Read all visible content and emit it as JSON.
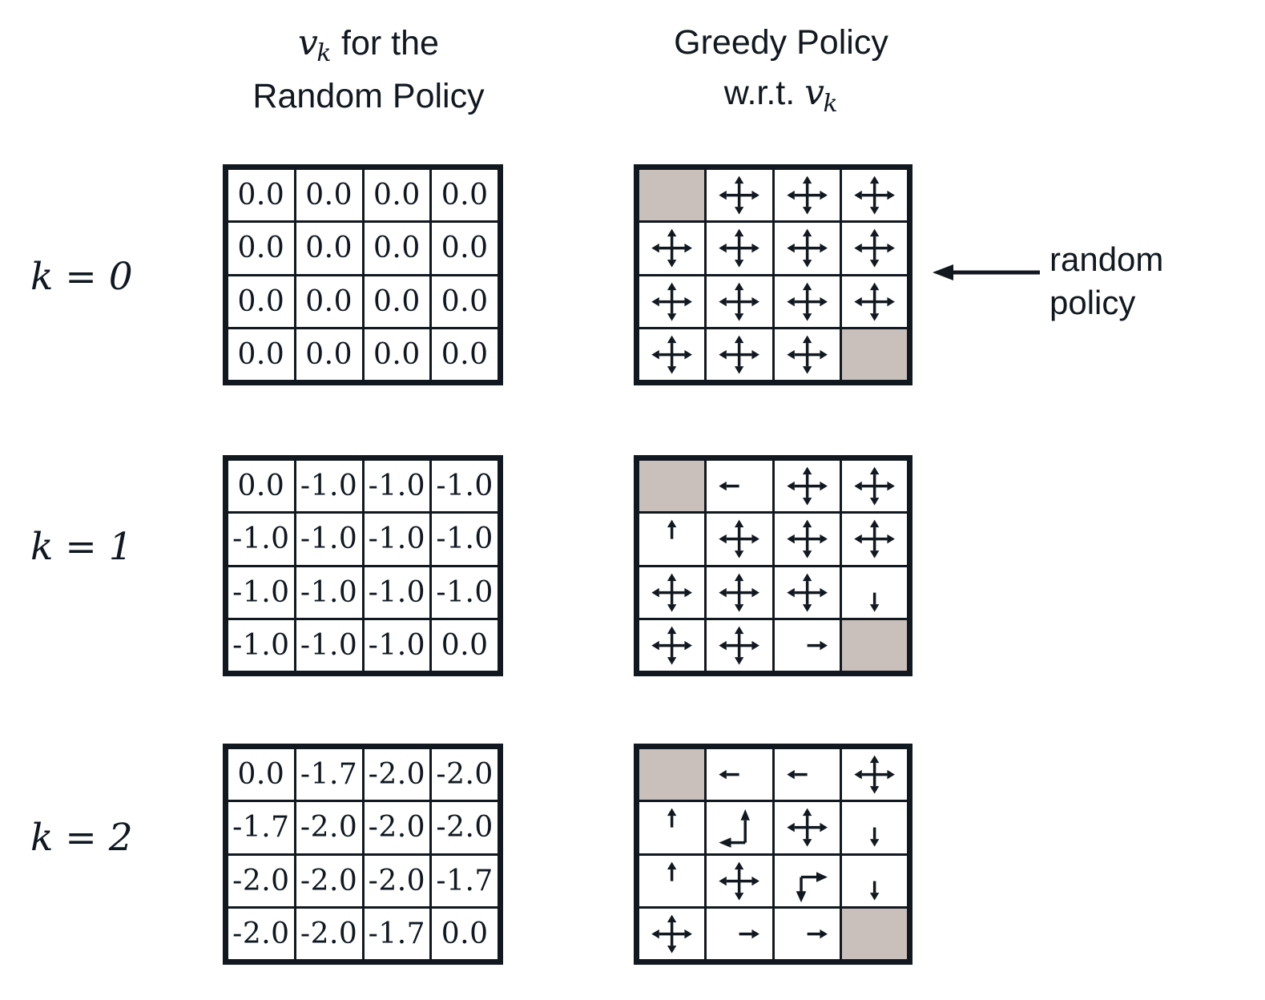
{
  "headers": {
    "values_line1_math": "v",
    "values_line1_sub": "k",
    "values_line1_rest": " for the",
    "values_line2": "Random Policy",
    "policy_line1": "Greedy Policy",
    "policy_line2_prefix": "w.r.t. ",
    "policy_line2_math": "v",
    "policy_line2_sub": "k"
  },
  "k_labels": [
    {
      "text": "k = 0"
    },
    {
      "text": "k = 1"
    },
    {
      "text": "k = 2"
    }
  ],
  "colors": {
    "terminal_gray": "#c9c0bc",
    "line": "#111820",
    "background": "#ffffff"
  },
  "annotation": {
    "line1": "random",
    "line2": "policy",
    "arrow": "left-arrow"
  },
  "chart_data": {
    "type": "table",
    "title": "Iterative policy evaluation on the 4x4 gridworld",
    "grid_size": [
      4,
      4
    ],
    "terminal_states": [
      [
        0,
        0
      ],
      [
        3,
        3
      ]
    ],
    "iterations": [
      {
        "k": 0,
        "values": [
          [
            "0.0",
            "0.0",
            "0.0",
            "0.0"
          ],
          [
            "0.0",
            "0.0",
            "0.0",
            "0.0"
          ],
          [
            "0.0",
            "0.0",
            "0.0",
            "0.0"
          ],
          [
            "0.0",
            "0.0",
            "0.0",
            "0.0"
          ]
        ],
        "policy": [
          [
            "terminal",
            "up,down,left,right",
            "up,down,left,right",
            "up,down,left,right"
          ],
          [
            "up,down,left,right",
            "up,down,left,right",
            "up,down,left,right",
            "up,down,left,right"
          ],
          [
            "up,down,left,right",
            "up,down,left,right",
            "up,down,left,right",
            "up,down,left,right"
          ],
          [
            "up,down,left,right",
            "up,down,left,right",
            "up,down,left,right",
            "terminal"
          ]
        ]
      },
      {
        "k": 1,
        "values": [
          [
            "0.0",
            "-1.0",
            "-1.0",
            "-1.0"
          ],
          [
            "-1.0",
            "-1.0",
            "-1.0",
            "-1.0"
          ],
          [
            "-1.0",
            "-1.0",
            "-1.0",
            "-1.0"
          ],
          [
            "-1.0",
            "-1.0",
            "-1.0",
            "0.0"
          ]
        ],
        "policy": [
          [
            "terminal",
            "left",
            "up,down,left,right",
            "up,down,left,right"
          ],
          [
            "up",
            "up,down,left,right",
            "up,down,left,right",
            "up,down,left,right"
          ],
          [
            "up,down,left,right",
            "up,down,left,right",
            "up,down,left,right",
            "down"
          ],
          [
            "up,down,left,right",
            "up,down,left,right",
            "right",
            "terminal"
          ]
        ]
      },
      {
        "k": 2,
        "values": [
          [
            "0.0",
            "-1.7",
            "-2.0",
            "-2.0"
          ],
          [
            "-1.7",
            "-2.0",
            "-2.0",
            "-2.0"
          ],
          [
            "-2.0",
            "-2.0",
            "-2.0",
            "-1.7"
          ],
          [
            "-2.0",
            "-2.0",
            "-1.7",
            "0.0"
          ]
        ],
        "policy": [
          [
            "terminal",
            "left",
            "left",
            "up,down,left,right"
          ],
          [
            "up",
            "up,left",
            "up,down,left,right",
            "down"
          ],
          [
            "up",
            "up,down,left,right",
            "right,down",
            "down"
          ],
          [
            "up,down,left,right",
            "right",
            "right",
            "terminal"
          ]
        ]
      }
    ]
  }
}
